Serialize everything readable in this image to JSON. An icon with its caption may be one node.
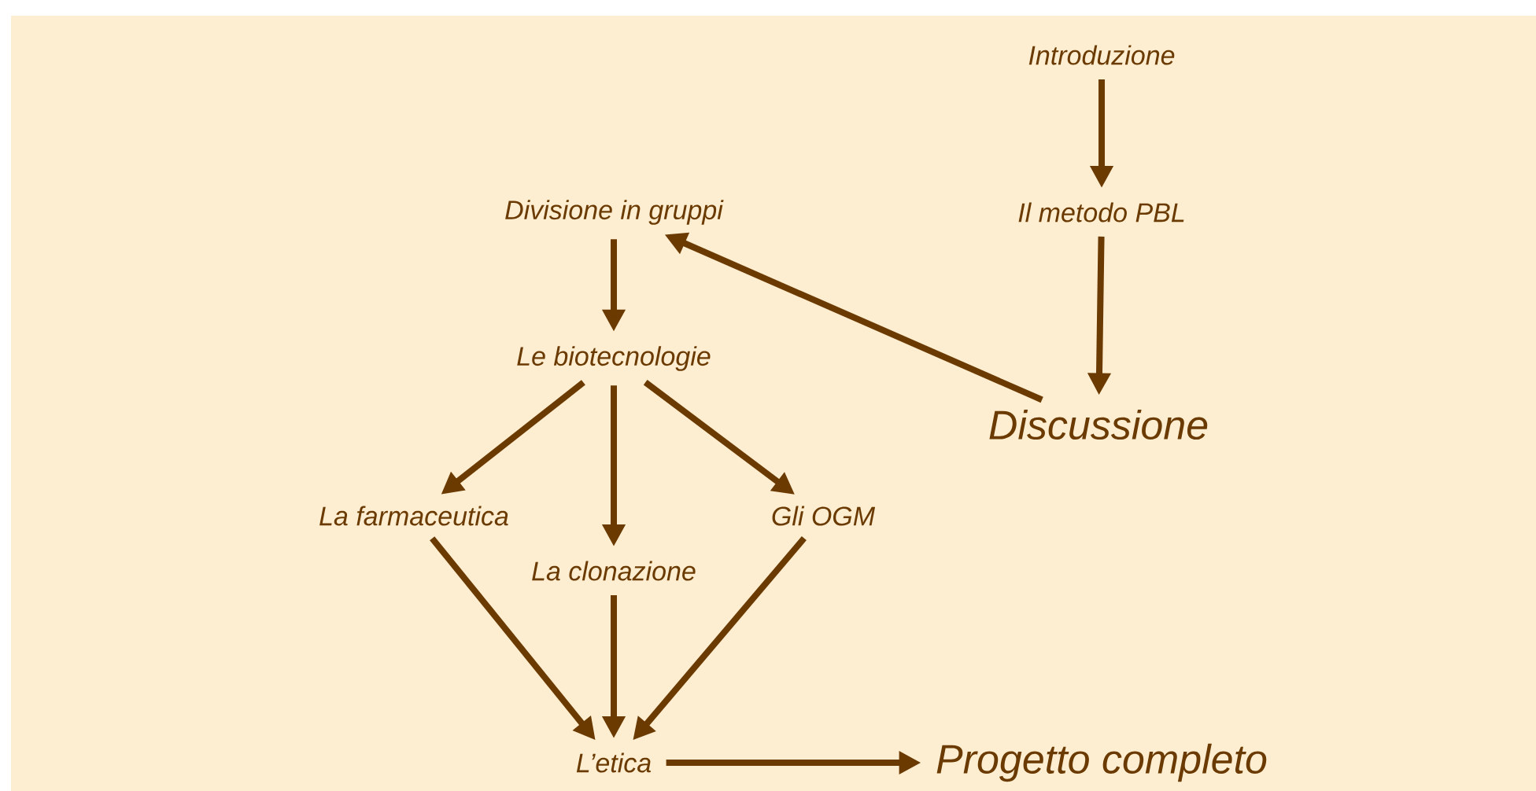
{
  "diagram": {
    "nodes": [
      {
        "text": [
          "Introduzione"
        ]
      },
      {
        "text": [
          "Il metodo PBL"
        ]
      },
      {
        "text": [
          "Discussione"
        ]
      },
      {
        "text": [
          "Divisione in gruppi"
        ]
      },
      {
        "text": [
          "Le biotecnologie"
        ]
      },
      {
        "text": [
          "La farmaceutica"
        ]
      },
      {
        "text": [
          "La clonazione"
        ]
      },
      {
        "text": [
          "Gli OGM"
        ]
      },
      {
        "text": [
          "L’etica"
        ]
      },
      {
        "text": [
          "Progetto completo"
        ]
      }
    ],
    "edges": [
      {
        "from": 0,
        "to": 1,
        "arrow": "to"
      },
      {
        "from": 1,
        "to": 2,
        "arrow": "to"
      },
      {
        "from": 2,
        "to": 3,
        "arrow": "to"
      },
      {
        "from": 3,
        "to": 4,
        "arrow": "to"
      },
      {
        "from": 4,
        "to": 5,
        "arrow": "to"
      },
      {
        "from": 4,
        "to": 6,
        "arrow": "to"
      },
      {
        "from": 4,
        "to": 7,
        "arrow": "to"
      },
      {
        "from": 5,
        "to": 8,
        "arrow": "to"
      },
      {
        "from": 6,
        "to": 8,
        "arrow": "to"
      },
      {
        "from": 7,
        "to": 8,
        "arrow": "to"
      },
      {
        "from": 8,
        "to": 9,
        "arrow": "to"
      }
    ]
  }
}
